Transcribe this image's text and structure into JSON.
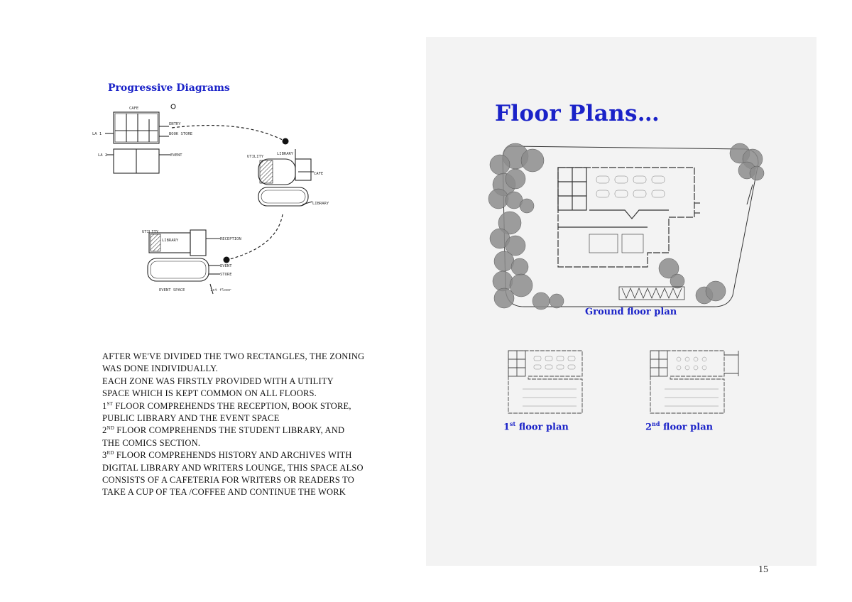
{
  "left": {
    "section_title": "Progressive Diagrams",
    "sketch_labels": {
      "cafe": "CAFE",
      "entry": "ENTRY",
      "book_store": "BOOK STORE",
      "la1": "LA 1",
      "la2": "LA 2",
      "event": "EVENT",
      "utility": "UTILITY",
      "library": "LIBRARY",
      "cafe2": "CAFE",
      "library2": "LIBRARY",
      "utility2": "UTILITY",
      "library3": "LIBRARY",
      "reception": "RECEPTION",
      "event2": "EVENT",
      "store": "STORE",
      "event_space": "EVENT SPACE",
      "first_floor": "1st floor"
    },
    "body_lines": [
      "After we've divided the two rectangles, the zoning",
      "was done individually.",
      "Each zone was firstly provided with a utility",
      "space which is kept common on all floors.",
      "floor comprehends the reception, book store,",
      "public library and the event space",
      "floor comprehends the student library,  and",
      "the comics section.",
      "floor comprehends history and archives with",
      "digital library and writers lounge, this space also",
      "consists of a cafeteria for writers or readers to",
      "take a cup of tea /coffee and continue the work"
    ],
    "ordinals": {
      "first": "st",
      "second": "nd",
      "third": "rd",
      "n1": "1",
      "n2": "2",
      "n3": "3"
    }
  },
  "right": {
    "title": "Floor Plans…",
    "ground_caption": "Ground floor plan",
    "first_caption_num": "1",
    "first_caption_sup": "st",
    "first_caption_text": " floor plan",
    "second_caption_num": "2",
    "second_caption_sup": "nd",
    "second_caption_text": " floor plan"
  },
  "page_number": "15",
  "colors": {
    "accent": "#1a22c8",
    "panel": "#f3f3f3",
    "ink": "#111111"
  }
}
